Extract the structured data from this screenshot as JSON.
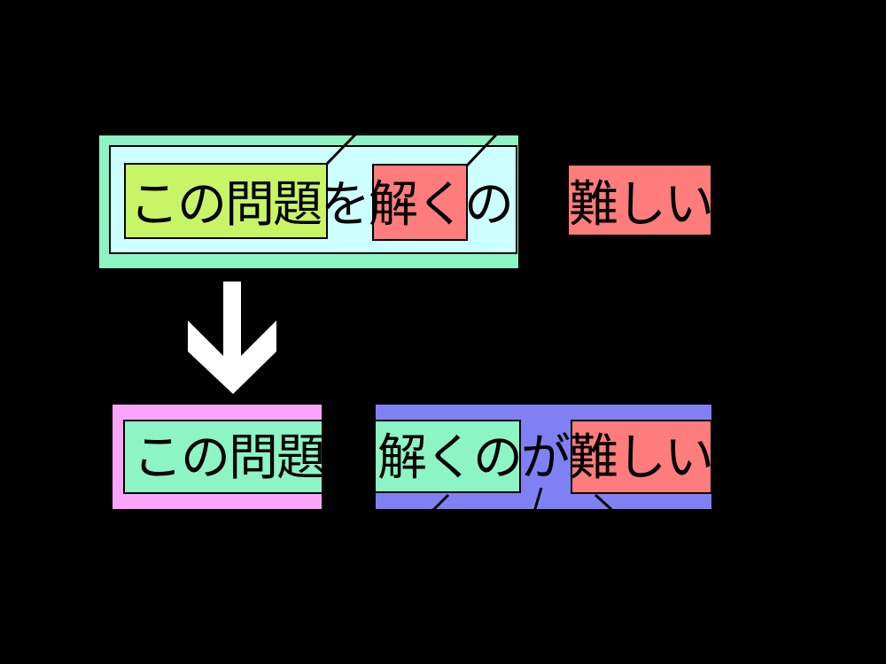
{
  "colors": {
    "background": "#000000",
    "mint": "#8CF5C3",
    "cyan": "#CCFFFF",
    "yellow_green": "#C8F566",
    "salmon": "#FF7C7C",
    "pink": "#FAA5FA",
    "blue": "#8080F5",
    "annotation_line": "#000000",
    "arrow": "#FFFFFF",
    "text": "#000000"
  },
  "top_sentence": {
    "noun_phrase": "この問題",
    "particle_wo": "を",
    "verb": "解く",
    "nominalizer": "の",
    "predicate": "難しい"
  },
  "bottom_sentence": {
    "noun_phrase": "この問題",
    "verb_phrase": "解くの",
    "particle_ga": "が",
    "predicate": "難しい"
  },
  "icons": {
    "transform_arrow": "down-arrow"
  }
}
